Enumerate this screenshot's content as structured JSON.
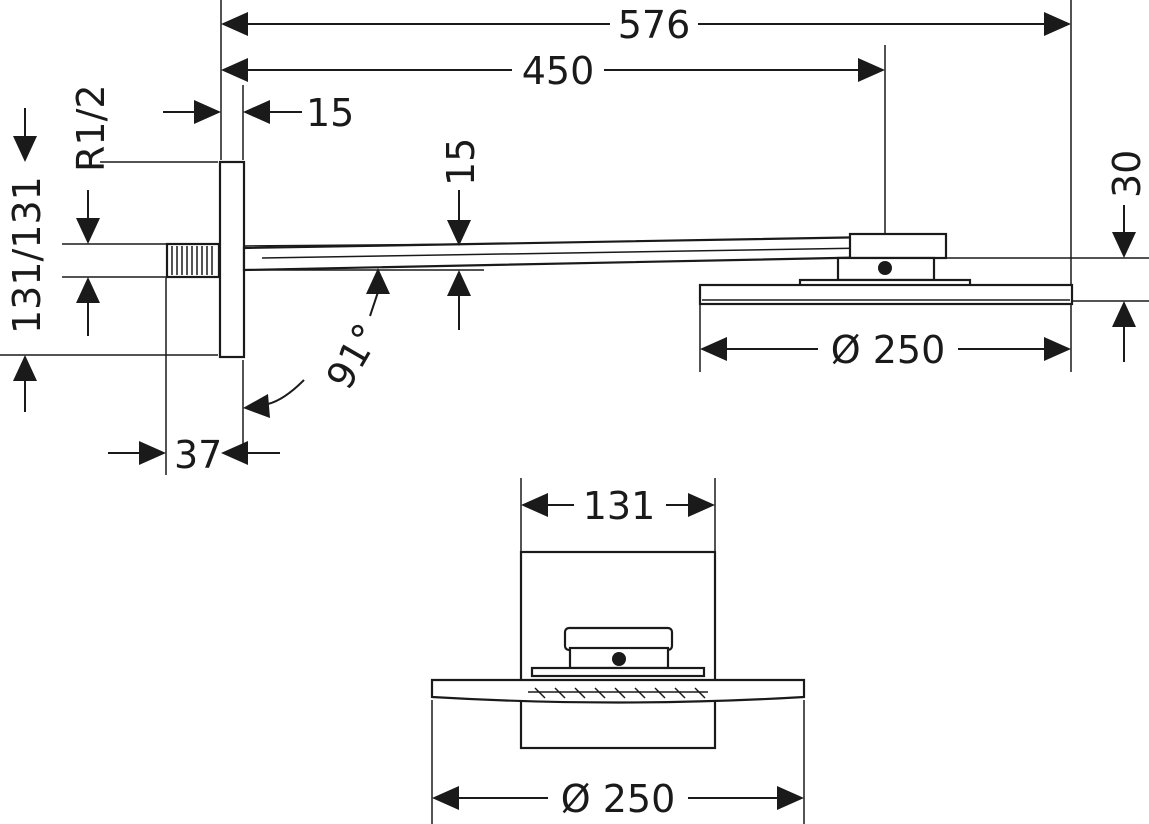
{
  "side_view": {
    "dim_total_length": "576",
    "dim_arm_length": "450",
    "dim_wall_gap": "15",
    "dim_arm_height": "15",
    "dim_head_drop": "30",
    "dim_thread": "R1/2",
    "dim_plate_size": "131/131",
    "dim_angle": "91°",
    "dim_thread_depth": "37",
    "dim_head_diameter": "Ø 250"
  },
  "front_view": {
    "dim_plate_width": "131",
    "dim_head_diameter": "Ø 250"
  }
}
